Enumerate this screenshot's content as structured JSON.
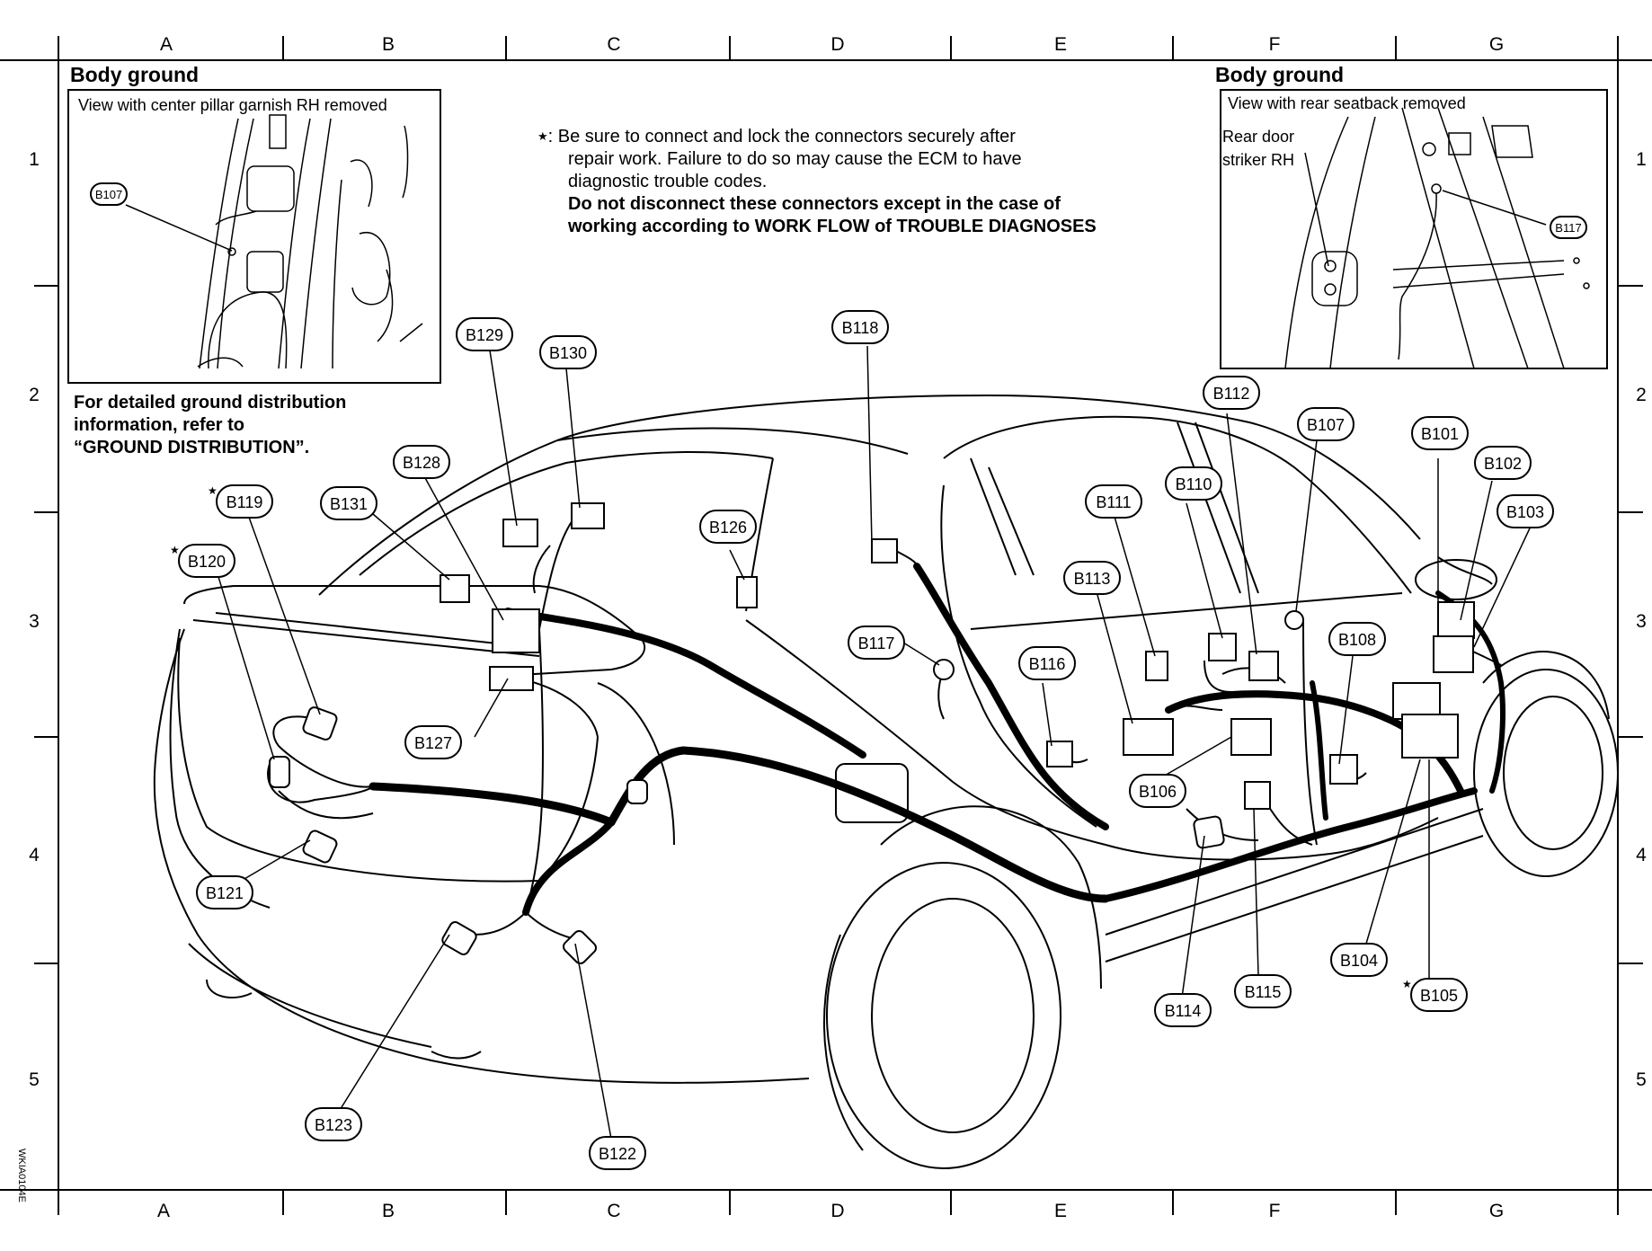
{
  "grid": {
    "columns": [
      "A",
      "B",
      "C",
      "D",
      "E",
      "F",
      "G"
    ],
    "rows": [
      "1",
      "2",
      "3",
      "4",
      "5"
    ]
  },
  "inset_left": {
    "title": "Body ground",
    "caption": "View with center pillar garnish RH removed",
    "connector": "B107"
  },
  "inset_right": {
    "title": "Body ground",
    "caption": "View with rear seatback removed",
    "label_line1": "Rear door",
    "label_line2": "striker RH",
    "connector": "B117"
  },
  "note": {
    "star": "★",
    "line1": ": Be sure to connect and lock the connectors securely after",
    "line2": "repair work. Failure to do so may cause the ECM to have",
    "line3": "diagnostic trouble codes.",
    "line4": "Do not disconnect these connectors except in the case of",
    "line5": "working according to WORK FLOW of TROUBLE DIAGNOSES"
  },
  "reference": {
    "line1": "For detailed ground distribution",
    "line2": "information, refer to",
    "line3": "“GROUND DISTRIBUTION”."
  },
  "connectors": [
    {
      "id": "B119",
      "label": "B119",
      "starred": true
    },
    {
      "id": "B120",
      "label": "B120",
      "starred": true
    },
    {
      "id": "B121",
      "label": "B121",
      "starred": false
    },
    {
      "id": "B122",
      "label": "B122",
      "starred": false
    },
    {
      "id": "B123",
      "label": "B123",
      "starred": false
    },
    {
      "id": "B126",
      "label": "B126",
      "starred": false
    },
    {
      "id": "B127",
      "label": "B127",
      "starred": false
    },
    {
      "id": "B128",
      "label": "B128",
      "starred": false
    },
    {
      "id": "B129",
      "label": "B129",
      "starred": false
    },
    {
      "id": "B130",
      "label": "B130",
      "starred": false
    },
    {
      "id": "B131",
      "label": "B131",
      "starred": false
    },
    {
      "id": "B118",
      "label": "B118",
      "starred": false
    },
    {
      "id": "B117",
      "label": "B117",
      "starred": false
    },
    {
      "id": "B116",
      "label": "B116",
      "starred": false
    },
    {
      "id": "B111",
      "label": "B111",
      "starred": false
    },
    {
      "id": "B113",
      "label": "B113",
      "starred": false
    },
    {
      "id": "B110",
      "label": "B110",
      "starred": false
    },
    {
      "id": "B112",
      "label": "B112",
      "starred": false
    },
    {
      "id": "B107",
      "label": "B107",
      "starred": false
    },
    {
      "id": "B108",
      "label": "B108",
      "starred": false
    },
    {
      "id": "B106",
      "label": "B106",
      "starred": false
    },
    {
      "id": "B114",
      "label": "B114",
      "starred": false
    },
    {
      "id": "B115",
      "label": "B115",
      "starred": false
    },
    {
      "id": "B101",
      "label": "B101",
      "starred": false
    },
    {
      "id": "B102",
      "label": "B102",
      "starred": false
    },
    {
      "id": "B103",
      "label": "B103",
      "starred": false
    },
    {
      "id": "B104",
      "label": "B104",
      "starred": false
    },
    {
      "id": "B105",
      "label": "B105",
      "starred": true
    }
  ],
  "star_symbol": "★",
  "figure_code": "WKIA0104E"
}
